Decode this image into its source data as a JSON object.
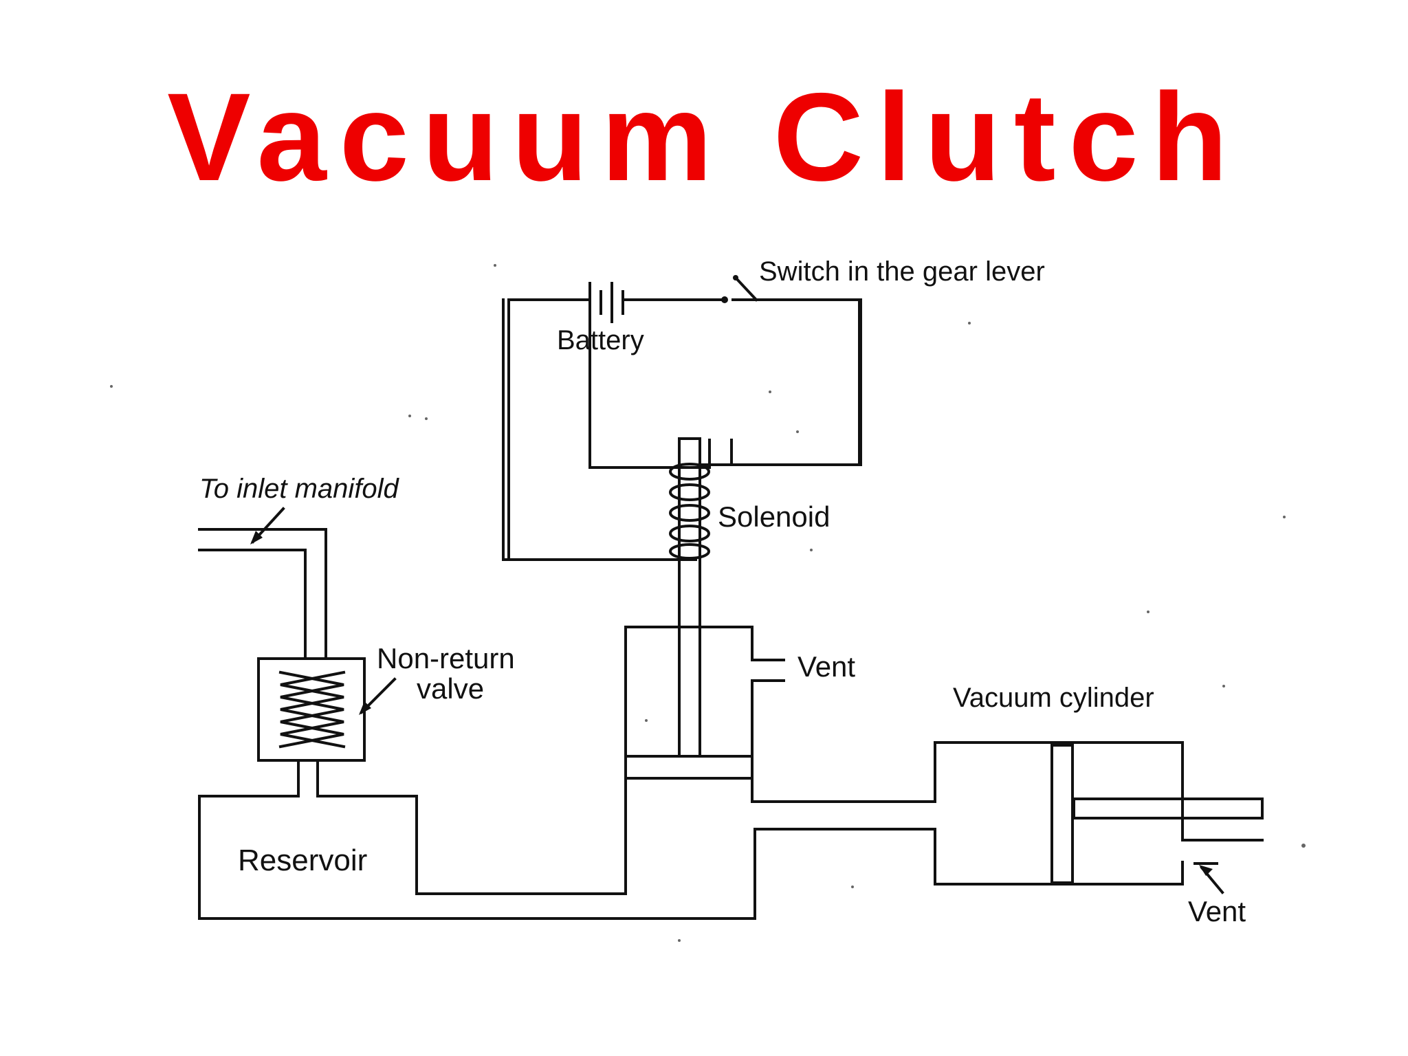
{
  "title": "Vacuum Clutch",
  "colors": {
    "title": "#ee0000",
    "line": "#111111",
    "background": "#ffffff"
  },
  "labels": {
    "switch": "Switch in the gear lever",
    "battery": "Battery",
    "solenoid": "Solenoid",
    "inlet": "To inlet manifold",
    "nonreturn_line1": "Non-return",
    "nonreturn_line2": "valve",
    "vent_valve": "Vent",
    "vacuum_cylinder": "Vacuum cylinder",
    "reservoir": "Reservoir",
    "vent_cylinder": "Vent"
  },
  "components": [
    {
      "name": "battery",
      "icon": "battery-icon"
    },
    {
      "name": "switch",
      "icon": "switch-icon"
    },
    {
      "name": "solenoid",
      "icon": "coil-icon"
    },
    {
      "name": "non-return valve",
      "icon": "spring-icon"
    },
    {
      "name": "reservoir"
    },
    {
      "name": "control valve"
    },
    {
      "name": "vacuum cylinder"
    }
  ]
}
